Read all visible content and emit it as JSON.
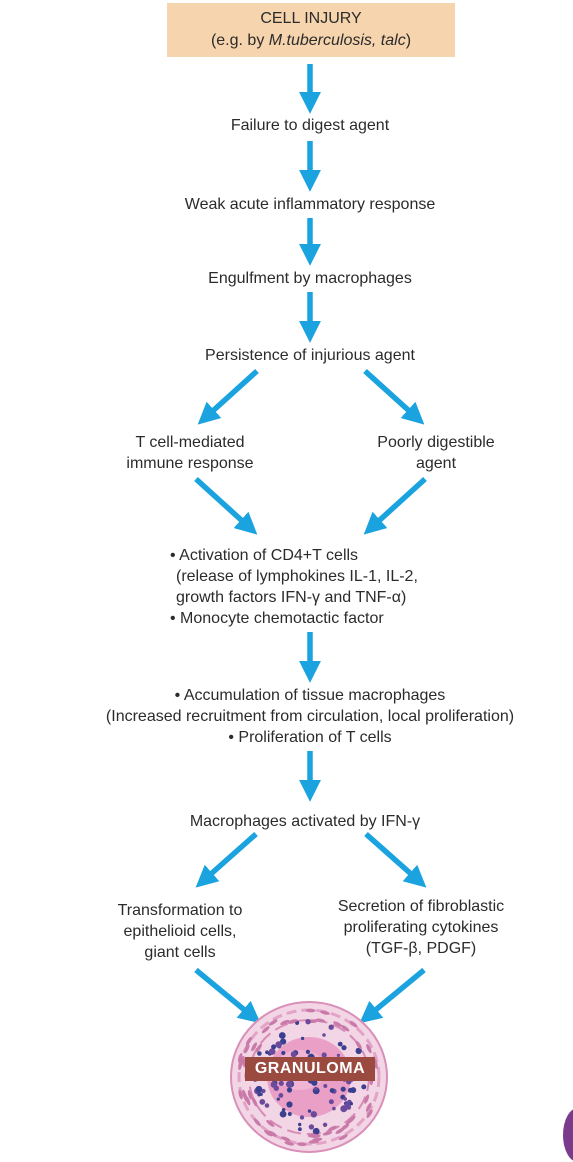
{
  "top_box": {
    "line1": "CELL INJURY",
    "line2_prefix": "(e.g. by ",
    "line2_italic": "M.tuberculosis, talc",
    "line2_suffix": ")"
  },
  "steps": {
    "failure": "Failure to digest agent",
    "weak": "Weak acute inflammatory response",
    "engulf": "Engulfment by macrophages",
    "persist": "Persistence of injurious agent",
    "tcell": [
      "T cell-mediated",
      "immune response"
    ],
    "poorly": [
      "Poorly digestible",
      "agent"
    ],
    "activation": [
      "• Activation of CD4+T cells",
      "(release of lymphokines IL-1, IL-2,",
      "growth factors IFN-γ and TNF-α)",
      "• Monocyte chemotactic factor"
    ],
    "accum": [
      "• Accumulation of tissue macrophages",
      "(Increased recruitment from circulation, local proliferation)",
      "• Proliferation of T cells"
    ],
    "activated": "Macrophages activated by IFN-γ",
    "transform": [
      "Transformation to",
      "epithelioid cells,",
      "giant cells"
    ],
    "secretion": [
      "Secretion of fibroblastic",
      "proliferating  cytokines",
      "(TGF-β, PDGF)"
    ]
  },
  "granuloma": {
    "label": "GRANULOMA"
  },
  "colors": {
    "arrow": "#1aa3df",
    "box": "#f6d4ad",
    "label_bg": "#9a4a3e",
    "tissue_pink": "#e9a9c8",
    "nuclei": "#3b3f8f"
  }
}
